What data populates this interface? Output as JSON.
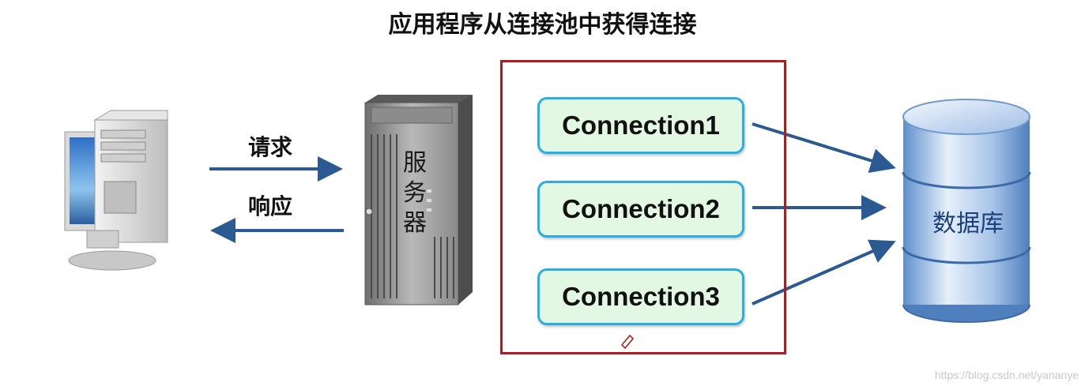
{
  "title": "应用程序从连接池中获得连接",
  "client": {
    "request_label": "请求",
    "response_label": "响应"
  },
  "server": {
    "label": "服务器"
  },
  "pool": {
    "connections": [
      "Connection1",
      "Connection2",
      "Connection3"
    ]
  },
  "database": {
    "label": "数据库"
  },
  "watermark": "https://blog.csdn.net/yananye",
  "colors": {
    "arrow": "#2a5a91",
    "pool_border": "#b01c1c",
    "connection_fill": "#e2f8e2",
    "connection_border": "#2aaee2",
    "database": "#8fb3dd"
  }
}
